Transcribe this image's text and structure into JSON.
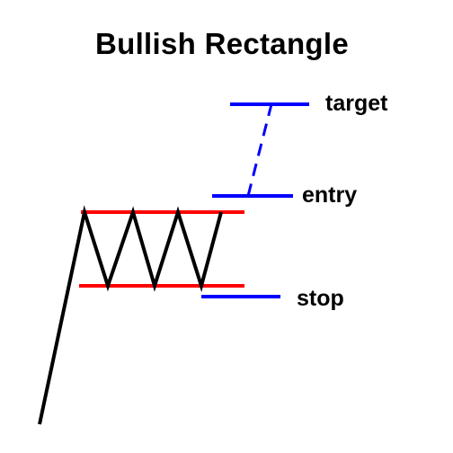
{
  "title": "Bullish Rectangle",
  "labels": {
    "target": "target",
    "entry": "entry",
    "stop": "stop"
  },
  "colors": {
    "background": "#ffffff",
    "price_line": "#000000",
    "rectangle_bounds": "#ff0000",
    "trade_levels": "#0000ff",
    "text": "#000000"
  }
}
